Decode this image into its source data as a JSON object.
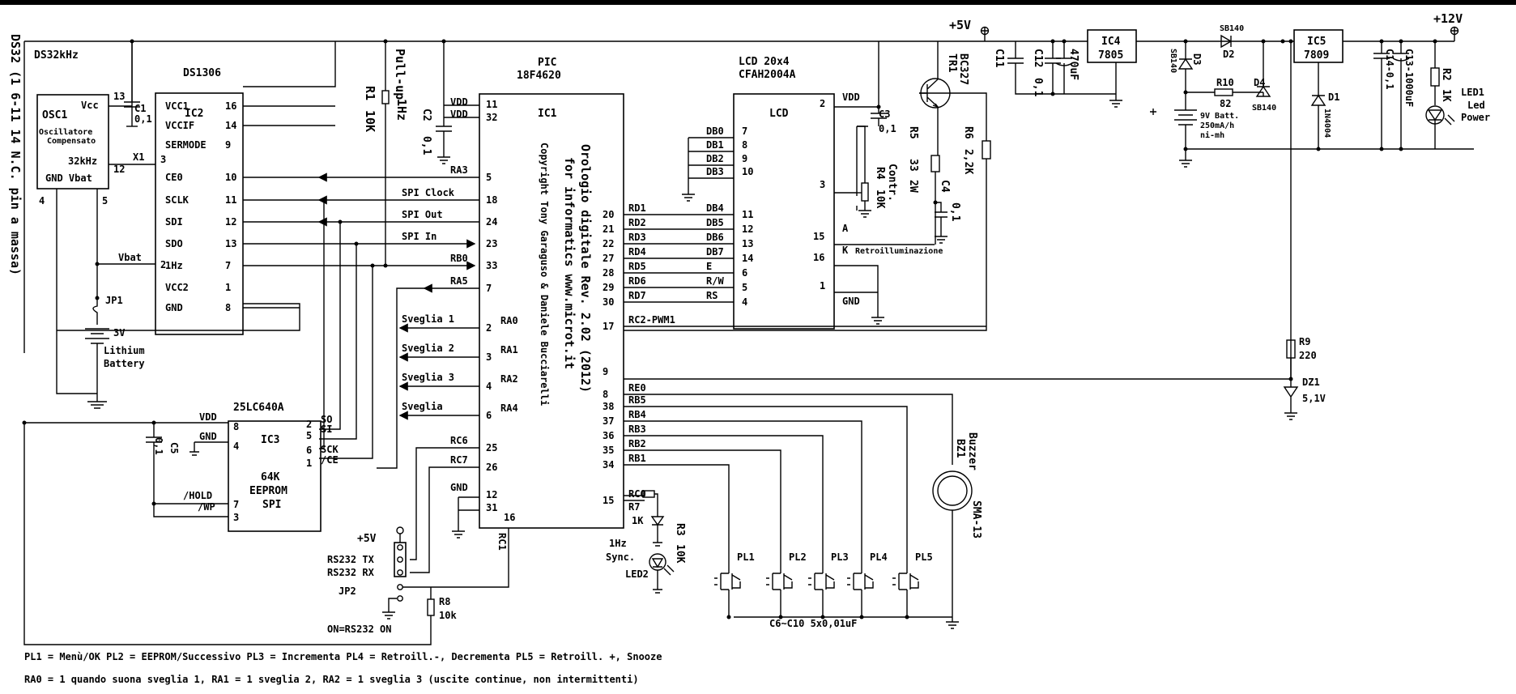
{
  "pic": {
    "title1": "PIC",
    "title2": "18F4620",
    "ref": "IC1",
    "vdd1": "VDD",
    "vdd2": "VDD",
    "vdd1_pin": "11",
    "vdd2_pin": "32",
    "gnd": "GND",
    "gnd_pin": "12",
    "gnd2_pin": "31",
    "p16": "16",
    "left_pins": [
      {
        "sig": "RA3",
        "n": "5"
      },
      {
        "sig": "",
        "n": "18"
      },
      {
        "sig": "",
        "n": "24"
      },
      {
        "sig": "",
        "n": "23"
      },
      {
        "sig": "RB0",
        "n": "33"
      },
      {
        "sig": "RA5",
        "n": "7"
      },
      {
        "sig": "RA0",
        "n": "2"
      },
      {
        "sig": "RA1",
        "n": "3"
      },
      {
        "sig": "RA2",
        "n": "4"
      },
      {
        "sig": "RA4",
        "n": "6"
      },
      {
        "sig": "RC6",
        "n": "25"
      },
      {
        "sig": "RC7",
        "n": "26"
      }
    ],
    "right_pins": [
      {
        "n": "20",
        "sig": "RD1"
      },
      {
        "n": "21",
        "sig": "RD2"
      },
      {
        "n": "22",
        "sig": "RD3"
      },
      {
        "n": "27",
        "sig": "RD4"
      },
      {
        "n": "28",
        "sig": "RD5"
      },
      {
        "n": "29",
        "sig": "RD6"
      },
      {
        "n": "30",
        "sig": "RD7"
      },
      {
        "n": "17",
        "sig": "RC2-PWM1"
      },
      {
        "n": "9",
        "sig": ""
      },
      {
        "n": "8",
        "sig": "RE0"
      },
      {
        "n": "38",
        "sig": "RB5"
      },
      {
        "n": "37",
        "sig": "RB4"
      },
      {
        "n": "36",
        "sig": "RB3"
      },
      {
        "n": "35",
        "sig": "RB2"
      },
      {
        "n": "34",
        "sig": "RB1"
      },
      {
        "n": "15",
        "sig": "RC0"
      }
    ],
    "vertical1": "Orologio digitale Rev. 2.02 (2012)",
    "vertical2": "for informatics www.microt.it",
    "vertical3": "Copyright Tony Garaguso & Daniele Bucciarelli"
  },
  "signals": {
    "spi_clock": "SPI Clock",
    "spi_out": "SPI Out",
    "spi_in": "SPI In",
    "sv1": "Sveglia 1",
    "sv2": "Sveglia 2",
    "sv3": "Sveglia 3",
    "sv4": "Sveglia",
    "rc1": "RC1"
  },
  "ds1306": {
    "title": "DS1306",
    "ref": "IC2",
    "pins_r": [
      {
        "sig": "VCC1",
        "n": "16"
      },
      {
        "sig": "VCCIF",
        "n": "14"
      },
      {
        "sig": "SERMODE",
        "n": "9"
      },
      {
        "sig": "CE0",
        "n": "10"
      },
      {
        "sig": "SCLK",
        "n": "11"
      },
      {
        "sig": "SDI",
        "n": "12"
      },
      {
        "sig": "SDO",
        "n": "13"
      },
      {
        "sig": "1Hz",
        "n": "7"
      },
      {
        "sig": "VCC2",
        "n": "1"
      },
      {
        "sig": "GND",
        "n": "8"
      }
    ],
    "x1": "X1",
    "p3": "3",
    "vbat": "Vbat",
    "p2": "2"
  },
  "osc": {
    "left_label": "DS32 (1 6-11 14 N.C. pin a massa)",
    "title": "DS32kHz",
    "ref": "OSC1",
    "line2": "Oscillatore",
    "line3": "Compensato",
    "vcc": "Vcc",
    "p13": "13",
    "khz": "32kHz",
    "p12": "12",
    "gnd_vbat": "GND Vbat",
    "p4": "4",
    "p5": "5"
  },
  "c1": {
    "ref": "C1",
    "val": "0,1"
  },
  "jp1": "JP1",
  "batt": {
    "v": "3V",
    "l1": "Lithium",
    "l2": "Battery"
  },
  "pullup": {
    "l1": "Pull-up",
    "l2": "1Hz",
    "ref": "R1",
    "val": "10K"
  },
  "c2": {
    "ref": "C2",
    "val": "0,1"
  },
  "eeprom": {
    "title": "25LC640A",
    "ref": "IC3",
    "l1": "64K",
    "l2": "EEPROM",
    "l3": "SPI",
    "vdd": "VDD",
    "gnd": "GND",
    "hold": "/HOLD",
    "wp": "/WP",
    "p8": "8",
    "p4": "4",
    "p7": "7",
    "p3": "3",
    "so": "SO",
    "si": "SI",
    "sck": "SCK",
    "ce": "/CE",
    "p2": "2",
    "p5": "5",
    "p6": "6",
    "p1": "1"
  },
  "c5": {
    "ref": "C5",
    "val": "0,1"
  },
  "rs232": {
    "vcc": "+5V",
    "tx": "RS232 TX",
    "rx": "RS232 RX",
    "jp2": "JP2",
    "on": "ON=RS232 ON",
    "r8": "R8",
    "r8v": "10k"
  },
  "lcd": {
    "t1": "LCD 20x4",
    "t2": "CFAH2004A",
    "name": "LCD",
    "vdd": "VDD",
    "gnd": "GND",
    "p2": "2",
    "p3": "3",
    "p15": "15",
    "p16": "16",
    "p1": "1",
    "a": "A",
    "k": "K",
    "backlight": "Retroilluminazione",
    "db_top": [
      {
        "sig": "DB0",
        "n": "7"
      },
      {
        "sig": "DB1",
        "n": "8"
      },
      {
        "sig": "DB2",
        "n": "9"
      },
      {
        "sig": "DB3",
        "n": "10"
      }
    ],
    "pins": [
      {
        "sig": "DB4",
        "n": "11"
      },
      {
        "sig": "DB5",
        "n": "12"
      },
      {
        "sig": "DB6",
        "n": "13"
      },
      {
        "sig": "DB7",
        "n": "14"
      },
      {
        "sig": "E",
        "n": "6"
      },
      {
        "sig": "R/W",
        "n": "5"
      },
      {
        "sig": "RS",
        "n": "4"
      }
    ]
  },
  "c3": {
    "ref": "C3",
    "val": "0,1"
  },
  "r4": {
    "ref": "R4",
    "val": "10K",
    "l": "Contr."
  },
  "c4": {
    "ref": "C4",
    "val": "0,1"
  },
  "tr1": {
    "ref": "TR1",
    "val": "BC327"
  },
  "r5": {
    "ref": "R5",
    "val": "33",
    "w": "2W"
  },
  "r6": {
    "ref": "R6",
    "val": "2,2K"
  },
  "power": {
    "v5": "+5V",
    "v12": "+12V",
    "c11": "C11",
    "c11v": "0,1",
    "c12": "C12",
    "c12v": "470uF",
    "ic4": "IC4",
    "ic4v": "7805",
    "d3": "D3",
    "d3v": "SB140",
    "d2": "D2",
    "d2v": "SB140",
    "r10": "R10",
    "r10v": "82",
    "d4": "D4",
    "d4v": "SB140",
    "batt": "9V Batt.",
    "batt2": "250mA/h",
    "batt3": "ni-mh",
    "ic5": "IC5",
    "ic5v": "7809",
    "d1": "D1",
    "d1v": "1N4004",
    "c14": "C14-0,1",
    "c13": "C13-1000uF",
    "r2": "R2",
    "r2v": "1K",
    "led1": "LED1",
    "led1a": "Led",
    "led1b": "Power"
  },
  "r9": {
    "ref": "R9",
    "val": "220"
  },
  "dz1": {
    "ref": "DZ1",
    "val": "5,1V"
  },
  "r7": {
    "ref": "R7",
    "val": "1K"
  },
  "r3": {
    "ref": "R3",
    "val": "10K"
  },
  "led2": {
    "l1": "1Hz",
    "l2": "Sync.",
    "ref": "LED2"
  },
  "buzzer": {
    "l1": "Buzzer",
    "l2": "BZ1",
    "l3": "SMA-13"
  },
  "buttons": {
    "labels": [
      "PL1",
      "PL2",
      "PL3",
      "PL4",
      "PL5"
    ],
    "caps": "C6~C10 5x0,01uF"
  },
  "notes": {
    "line1": "PL1 = Menù/OK  PL2 = EEPROM/Successivo  PL3 = Incrementa  PL4 = Retroill.-, Decrementa  PL5 = Retroill. +, Snooze",
    "line2": "RA0 = 1 quando suona sveglia 1, RA1 = 1 sveglia 2, RA2 = 1 sveglia 3 (uscite continue, non intermittenti)"
  }
}
